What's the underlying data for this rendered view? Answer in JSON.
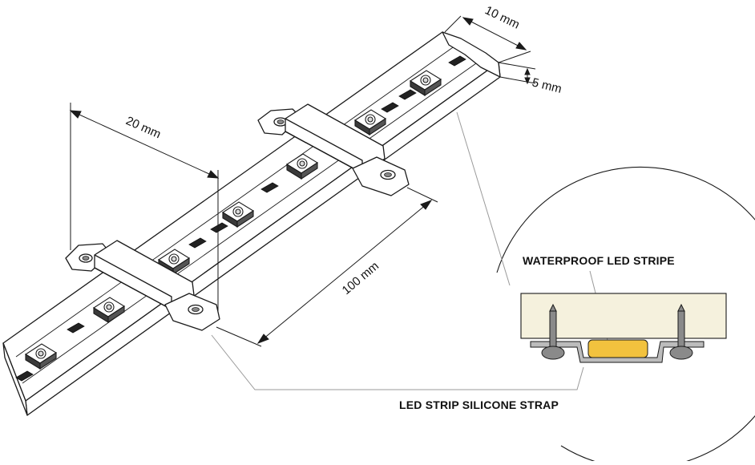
{
  "dimensions": {
    "width": "10 mm",
    "height": "5 mm",
    "clip_spacing": "20 mm",
    "length": "100 mm"
  },
  "callouts": {
    "waterproof": "WATERPROOF  LED STRIPE",
    "strap": "LED STRIP SILICONE STRAP"
  },
  "colors": {
    "line": "#1a1a1a",
    "strip_fill": "#ffffff",
    "led_body": "#3a3a3a",
    "resistor": "#222222",
    "silicone": "#f5f1dd",
    "led_chip": "#f2c23e",
    "hardware": "#8a8a8a",
    "leader": "#9a9a9a"
  }
}
